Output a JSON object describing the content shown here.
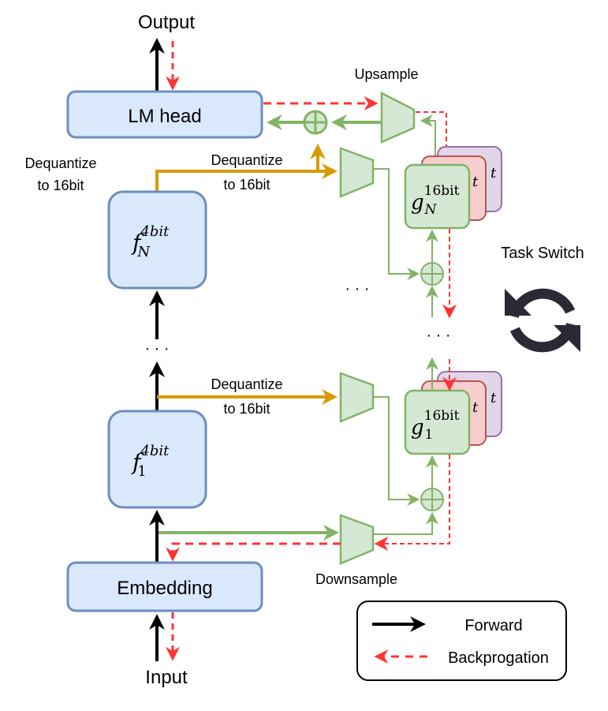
{
  "labels": {
    "output": "Output",
    "input": "Input",
    "lm_head": "LM head",
    "embedding": "Embedding",
    "upsample": "Upsample",
    "downsample": "Downsample",
    "task_switch": "Task Switch",
    "dequant_left_1": "Dequantize",
    "dequant_left_2": "to 16bit",
    "dequant_top_1": "Dequantize",
    "dequant_top_2": "to 16bit",
    "dequant_bottom_1": "Dequantize",
    "dequant_bottom_2": "to 16bit",
    "ellipsis": "· · ·"
  },
  "blocks": {
    "fN": {
      "base": "f",
      "sub": "N",
      "sup": "4bit"
    },
    "f1": {
      "base": "f",
      "sub": "1",
      "sup": "4bit"
    },
    "gN": {
      "base": "g",
      "sub": "N",
      "sup": "16bit"
    },
    "g1": {
      "base": "g",
      "sub": "1",
      "sup": "16bit"
    },
    "stack_partial": "t"
  },
  "legend": {
    "forward": "Forward",
    "backprop": "Backprogation"
  },
  "colors": {
    "forward": "#000000",
    "backprop": "#ff3333",
    "adapter": "#82b366",
    "adapter_fill": "#d5e8d4",
    "dequant": "#d79b00",
    "frozen_fill": "#dae8fc",
    "frozen_stroke": "#6c8ebf",
    "task_red_fill": "#f8cecc",
    "task_red_stroke": "#b85450",
    "task_purple_fill": "#e1d5e7",
    "task_purple_stroke": "#9673a6",
    "icon": "#2a2a36"
  }
}
